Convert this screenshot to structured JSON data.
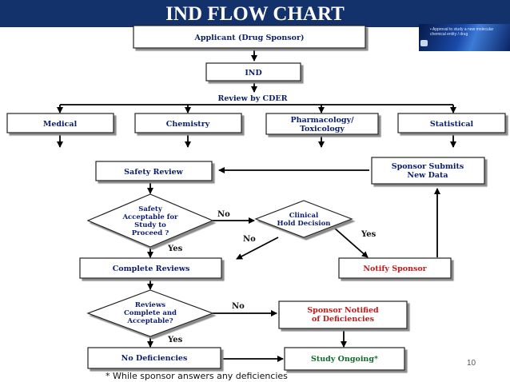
{
  "slide": {
    "title": "IND FLOW CHART",
    "page_number": "10"
  },
  "thumbnail": {
    "text": "• Approval to study a new molecular chemical entity / drug"
  },
  "flowchart": {
    "applicant": "Applicant (Drug Sponsor)",
    "ind": "IND",
    "review": "Review by CDER",
    "medical": "Medical",
    "chemistry": "Chemistry",
    "pharmacology_1": "Pharmacology/",
    "pharmacology_2": "Toxicology",
    "statistical": "Statistical",
    "safety_review": "Safety Review",
    "sponsor_submits_1": "Sponsor Submits",
    "sponsor_submits_2": "New Data",
    "safety_acceptable_1": "Safety",
    "safety_acceptable_2": "Acceptable for",
    "safety_acceptable_3": "Study to",
    "safety_acceptable_4": "Proceed ?",
    "clinical_hold_1": "Clinical",
    "clinical_hold_2": "Hold Decision",
    "complete_reviews": "Complete Reviews",
    "notify_sponsor": "Notify Sponsor",
    "reviews_complete_1": "Reviews",
    "reviews_complete_2": "Complete and",
    "reviews_complete_3": "Acceptable?",
    "sponsor_notified_1": "Sponsor Notified",
    "sponsor_notified_2": "of Deficiencies",
    "no_deficiencies": "No Deficiencies",
    "study_ongoing": "Study Ongoing*",
    "yes": "Yes",
    "no": "No",
    "footnote": "* While sponsor answers any deficiencies"
  },
  "colors": {
    "title_band": "#13316b",
    "node_text": "#0b1d6e",
    "alert_text": "#c21a1a"
  }
}
